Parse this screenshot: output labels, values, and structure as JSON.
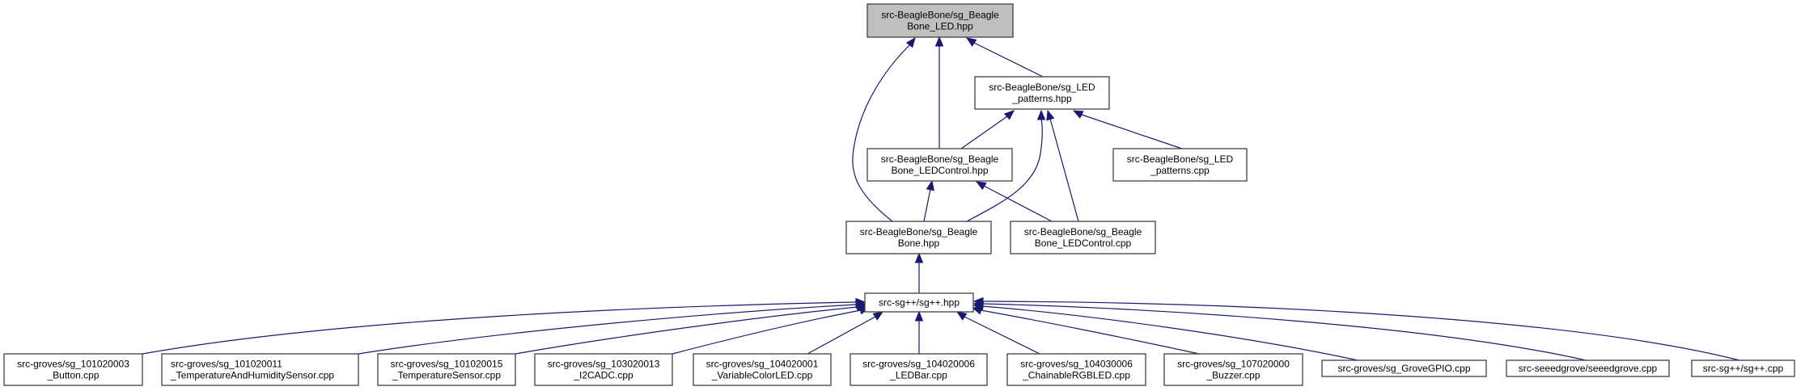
{
  "graph": {
    "title": "Include dependency graph (included by)",
    "colors": {
      "edge": "#191970",
      "focus_fill": "#bfbfbf",
      "node_fill": "#ffffff",
      "node_border": "#404040"
    },
    "nodes": [
      {
        "id": "led_hpp",
        "lines": [
          "src-BeagleBone/sg_Beagle",
          "Bone_LED.hpp"
        ],
        "focus": true
      },
      {
        "id": "patterns_hpp",
        "lines": [
          "src-BeagleBone/sg_LED",
          "_patterns.hpp"
        ]
      },
      {
        "id": "ledcontrol_hpp",
        "lines": [
          "src-BeagleBone/sg_Beagle",
          "Bone_LEDControl.hpp"
        ]
      },
      {
        "id": "patterns_cpp",
        "lines": [
          "src-BeagleBone/sg_LED",
          "_patterns.cpp"
        ]
      },
      {
        "id": "beaglebone_hpp",
        "lines": [
          "src-BeagleBone/sg_Beagle",
          "Bone.hpp"
        ]
      },
      {
        "id": "ledcontrol_cpp",
        "lines": [
          "src-BeagleBone/sg_Beagle",
          "Bone_LEDControl.cpp"
        ]
      },
      {
        "id": "sgpp_hpp",
        "lines": [
          "src-sg++/sg++.hpp"
        ]
      },
      {
        "id": "button_cpp",
        "lines": [
          "src-groves/sg_101020003",
          "_Button.cpp"
        ]
      },
      {
        "id": "temphum_cpp",
        "lines": [
          "src-groves/sg_101020011",
          "_TemperatureAndHumiditySensor.cpp"
        ],
        "align": "left"
      },
      {
        "id": "temp_cpp",
        "lines": [
          "src-groves/sg_101020015",
          "_TemperatureSensor.cpp"
        ]
      },
      {
        "id": "i2cadc_cpp",
        "lines": [
          "src-groves/sg_103020013",
          "_I2CADC.cpp"
        ]
      },
      {
        "id": "varled_cpp",
        "lines": [
          "src-groves/sg_104020001",
          "_VariableColorLED.cpp"
        ]
      },
      {
        "id": "ledbar_cpp",
        "lines": [
          "src-groves/sg_104020006",
          "_LEDBar.cpp"
        ]
      },
      {
        "id": "rgbled_cpp",
        "lines": [
          "src-groves/sg_104030006",
          "_ChainableRGBLED.cpp"
        ]
      },
      {
        "id": "buzzer_cpp",
        "lines": [
          "src-groves/sg_107020000",
          "_Buzzer.cpp"
        ]
      },
      {
        "id": "gpio_cpp",
        "lines": [
          "src-groves/sg_GroveGPIO.cpp"
        ]
      },
      {
        "id": "seeed_cpp",
        "lines": [
          "src-seeedgrove/seeedgrove.cpp"
        ]
      },
      {
        "id": "sgpp_cpp",
        "lines": [
          "src-sg++/sg++.cpp"
        ]
      }
    ],
    "edges": [
      {
        "from": "patterns_hpp",
        "to": "led_hpp"
      },
      {
        "from": "ledcontrol_hpp",
        "to": "led_hpp"
      },
      {
        "from": "beaglebone_hpp",
        "to": "led_hpp"
      },
      {
        "from": "ledcontrol_hpp",
        "to": "patterns_hpp"
      },
      {
        "from": "patterns_cpp",
        "to": "patterns_hpp"
      },
      {
        "from": "beaglebone_hpp",
        "to": "patterns_hpp"
      },
      {
        "from": "ledcontrol_cpp",
        "to": "patterns_hpp"
      },
      {
        "from": "beaglebone_hpp",
        "to": "ledcontrol_hpp"
      },
      {
        "from": "ledcontrol_cpp",
        "to": "ledcontrol_hpp"
      },
      {
        "from": "sgpp_hpp",
        "to": "beaglebone_hpp"
      },
      {
        "from": "button_cpp",
        "to": "sgpp_hpp"
      },
      {
        "from": "temphum_cpp",
        "to": "sgpp_hpp"
      },
      {
        "from": "temp_cpp",
        "to": "sgpp_hpp"
      },
      {
        "from": "i2cadc_cpp",
        "to": "sgpp_hpp"
      },
      {
        "from": "varled_cpp",
        "to": "sgpp_hpp"
      },
      {
        "from": "ledbar_cpp",
        "to": "sgpp_hpp"
      },
      {
        "from": "rgbled_cpp",
        "to": "sgpp_hpp"
      },
      {
        "from": "buzzer_cpp",
        "to": "sgpp_hpp"
      },
      {
        "from": "gpio_cpp",
        "to": "sgpp_hpp"
      },
      {
        "from": "seeed_cpp",
        "to": "sgpp_hpp"
      },
      {
        "from": "sgpp_cpp",
        "to": "sgpp_hpp"
      }
    ]
  }
}
